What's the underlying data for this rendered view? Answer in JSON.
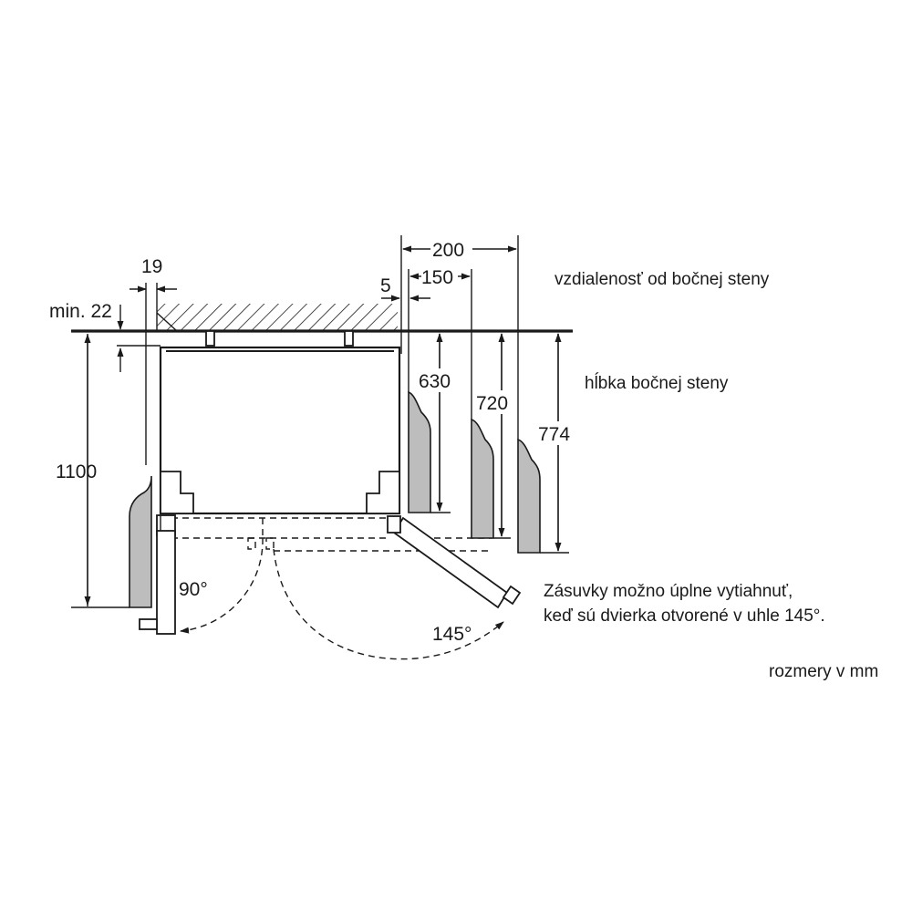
{
  "dimensions": {
    "gap_19": "19",
    "min_22": "min. 22",
    "gap_5": "5",
    "dist_150": "150",
    "dist_200": "200",
    "depth_630": "630",
    "depth_720": "720",
    "depth_774": "774",
    "depth_1100": "1100",
    "angle_90": "90°",
    "angle_145": "145°"
  },
  "labels": {
    "side_wall_distance": "vzdialenosť od bočnej steny",
    "side_wall_depth": "hĺbka bočnej steny",
    "drawer_note_line1": "Zásuvky možno úplne vytiahnuť,",
    "drawer_note_line2": "keď sú dvierka otvorené v uhle 145°.",
    "units": "rozmery v mm"
  }
}
